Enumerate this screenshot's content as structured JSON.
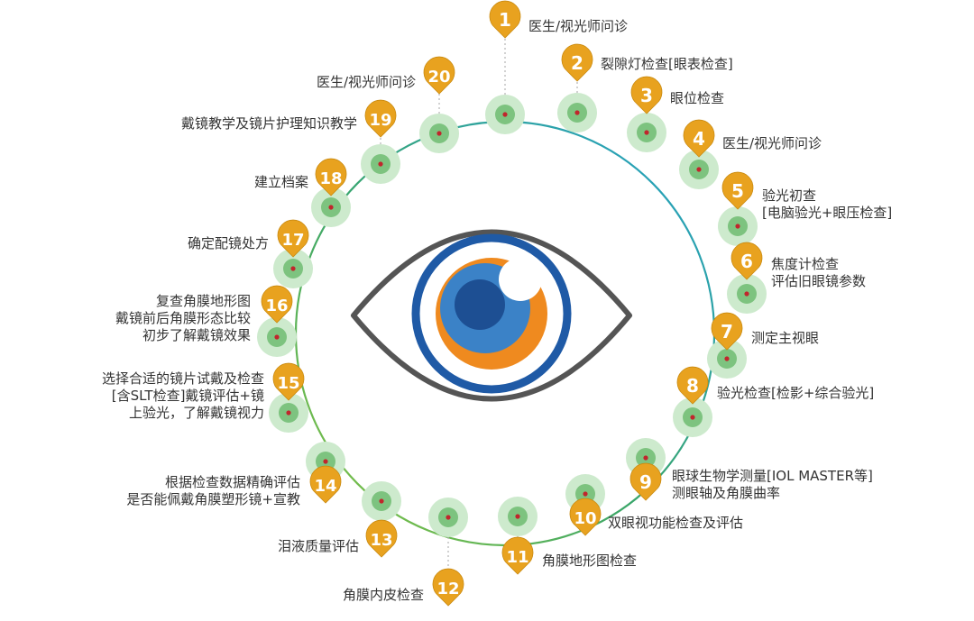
{
  "colors": {
    "accent": "#e8a21f",
    "accent_dark": "#c98a10",
    "dot": "#c0262c",
    "halo_outer": "#cdeacd",
    "halo_inner": "#7dc37f",
    "ring_green": "#4cae4c",
    "ring_teal": "#2aa3c9",
    "eye_outline": "#555555",
    "iris_blue": "#1f5aa6",
    "iris_orange": "#ef8a1f",
    "iris_light": "#3b82c7",
    "pupil": "#1d4f93",
    "text": "#333333"
  },
  "icons": {
    "center": "eye-icon",
    "marker": "map-pin-icon"
  },
  "steps": [
    {
      "num": "1",
      "lines": [
        "医生/视光师问诊"
      ]
    },
    {
      "num": "2",
      "lines": [
        "裂隙灯检查[眼表检查]"
      ]
    },
    {
      "num": "3",
      "lines": [
        "眼位检查"
      ]
    },
    {
      "num": "4",
      "lines": [
        "医生/视光师问诊"
      ]
    },
    {
      "num": "5",
      "lines": [
        "验光初查",
        "[电脑验光+眼压检查]"
      ]
    },
    {
      "num": "6",
      "lines": [
        "焦度计检查",
        "评估旧眼镜参数"
      ]
    },
    {
      "num": "7",
      "lines": [
        "测定主视眼"
      ]
    },
    {
      "num": "8",
      "lines": [
        "验光检查[检影+综合验光]"
      ]
    },
    {
      "num": "9",
      "lines": [
        "眼球生物学测量[IOL  MASTER等]",
        "测眼轴及角膜曲率"
      ]
    },
    {
      "num": "10",
      "lines": [
        "双眼视功能检查及评估"
      ]
    },
    {
      "num": "11",
      "lines": [
        "角膜地形图检查"
      ]
    },
    {
      "num": "12",
      "lines": [
        "角膜内皮检查"
      ]
    },
    {
      "num": "13",
      "lines": [
        "泪液质量评估"
      ]
    },
    {
      "num": "14",
      "lines": [
        "根据检查数据精确评估",
        "是否能佩戴角膜塑形镜+宣教"
      ]
    },
    {
      "num": "15",
      "lines": [
        "选择合适的镜片试戴及检查",
        "[含SLT检查]戴镜评估+镜",
        "上验光，了解戴镜视力"
      ]
    },
    {
      "num": "16",
      "lines": [
        "复查角膜地形图",
        "戴镜前后角膜形态比较",
        "初步了解戴镜效果"
      ]
    },
    {
      "num": "17",
      "lines": [
        "确定配镜处方"
      ]
    },
    {
      "num": "18",
      "lines": [
        "建立档案"
      ]
    },
    {
      "num": "19",
      "lines": [
        "戴镜教学及镜片护理知识教学"
      ]
    },
    {
      "num": "20",
      "lines": [
        "医生/视光师问诊"
      ]
    }
  ]
}
